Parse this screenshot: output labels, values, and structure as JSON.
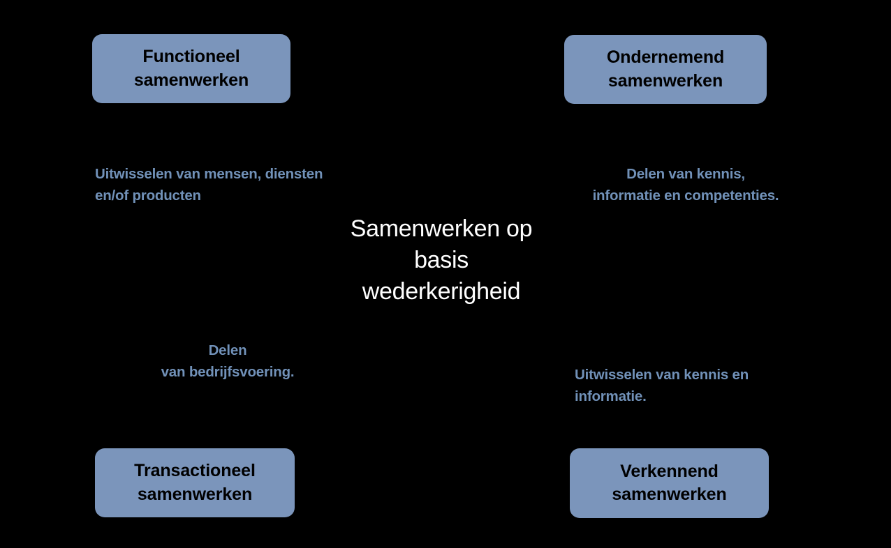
{
  "background_color": "#000000",
  "theme": {
    "box_fill": "#7b95bb",
    "box_text_color": "#000000",
    "label_text_color": "#7191b8",
    "center_title_color": "#ffffff"
  },
  "center": {
    "title": "Samenwerken op\nbasis\nwederkerigheid"
  },
  "quadrants": [
    {
      "id": "top-left",
      "box_label": "Functioneel\nsamenwerken",
      "description": "Uitwisselen van mensen, diensten\nen/of producten"
    },
    {
      "id": "top-right",
      "box_label": "Ondernemend\nsamenwerken",
      "description": "Delen van kennis,\ninformatie en competenties."
    },
    {
      "id": "bottom-left",
      "box_label": "Transactioneel\nsamenwerken",
      "description": "Delen\nvan bedrijfsvoering."
    },
    {
      "id": "bottom-right",
      "box_label": "Verkennend\nsamenwerken",
      "description": "Uitwisselen van kennis en\ninformatie."
    }
  ]
}
